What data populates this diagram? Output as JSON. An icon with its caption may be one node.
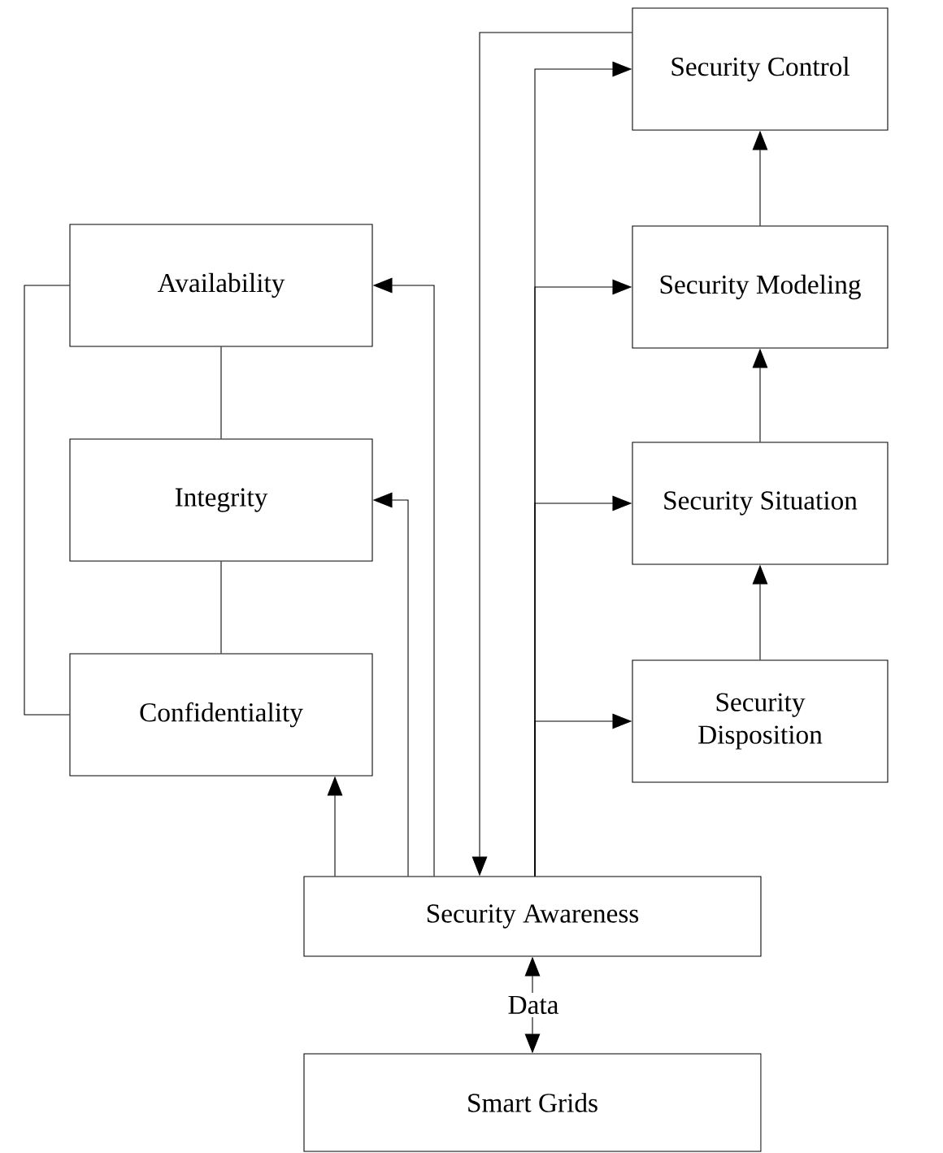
{
  "diagram": {
    "nodes": [
      {
        "text": [
          "Security Control"
        ]
      },
      {
        "text": [
          "Availability"
        ]
      },
      {
        "text": [
          "Security Modeling"
        ]
      },
      {
        "text": [
          "Integrity"
        ]
      },
      {
        "text": [
          "Security Situation"
        ]
      },
      {
        "text": [
          "Confidentiality"
        ]
      },
      {
        "text": [
          "Security Disposition"
        ]
      },
      {
        "text": [
          "Security Awareness"
        ]
      },
      {
        "text": [
          "Smart Grids"
        ]
      }
    ],
    "edges": [
      {
        "from": 7,
        "to": 0,
        "arrow": "to"
      },
      {
        "from": 7,
        "to": 2,
        "arrow": "to"
      },
      {
        "from": 7,
        "to": 4,
        "arrow": "to"
      },
      {
        "from": 7,
        "to": 6,
        "arrow": "to"
      },
      {
        "from": 0,
        "to": 7,
        "arrow": "to"
      },
      {
        "from": 6,
        "to": 4,
        "arrow": "to"
      },
      {
        "from": 4,
        "to": 2,
        "arrow": "to"
      },
      {
        "from": 2,
        "to": 0,
        "arrow": "to"
      },
      {
        "from": 7,
        "to": 1,
        "arrow": "to"
      },
      {
        "from": 7,
        "to": 3,
        "arrow": "to"
      },
      {
        "from": 7,
        "to": 5,
        "arrow": "to"
      },
      {
        "from": 1,
        "to": 3,
        "arrow": "none"
      },
      {
        "from": 3,
        "to": 5,
        "arrow": "none"
      },
      {
        "from": 1,
        "to": 5,
        "arrow": "none"
      },
      {
        "from": 7,
        "to": 8,
        "arrow": "both",
        "label": "Data"
      }
    ]
  }
}
